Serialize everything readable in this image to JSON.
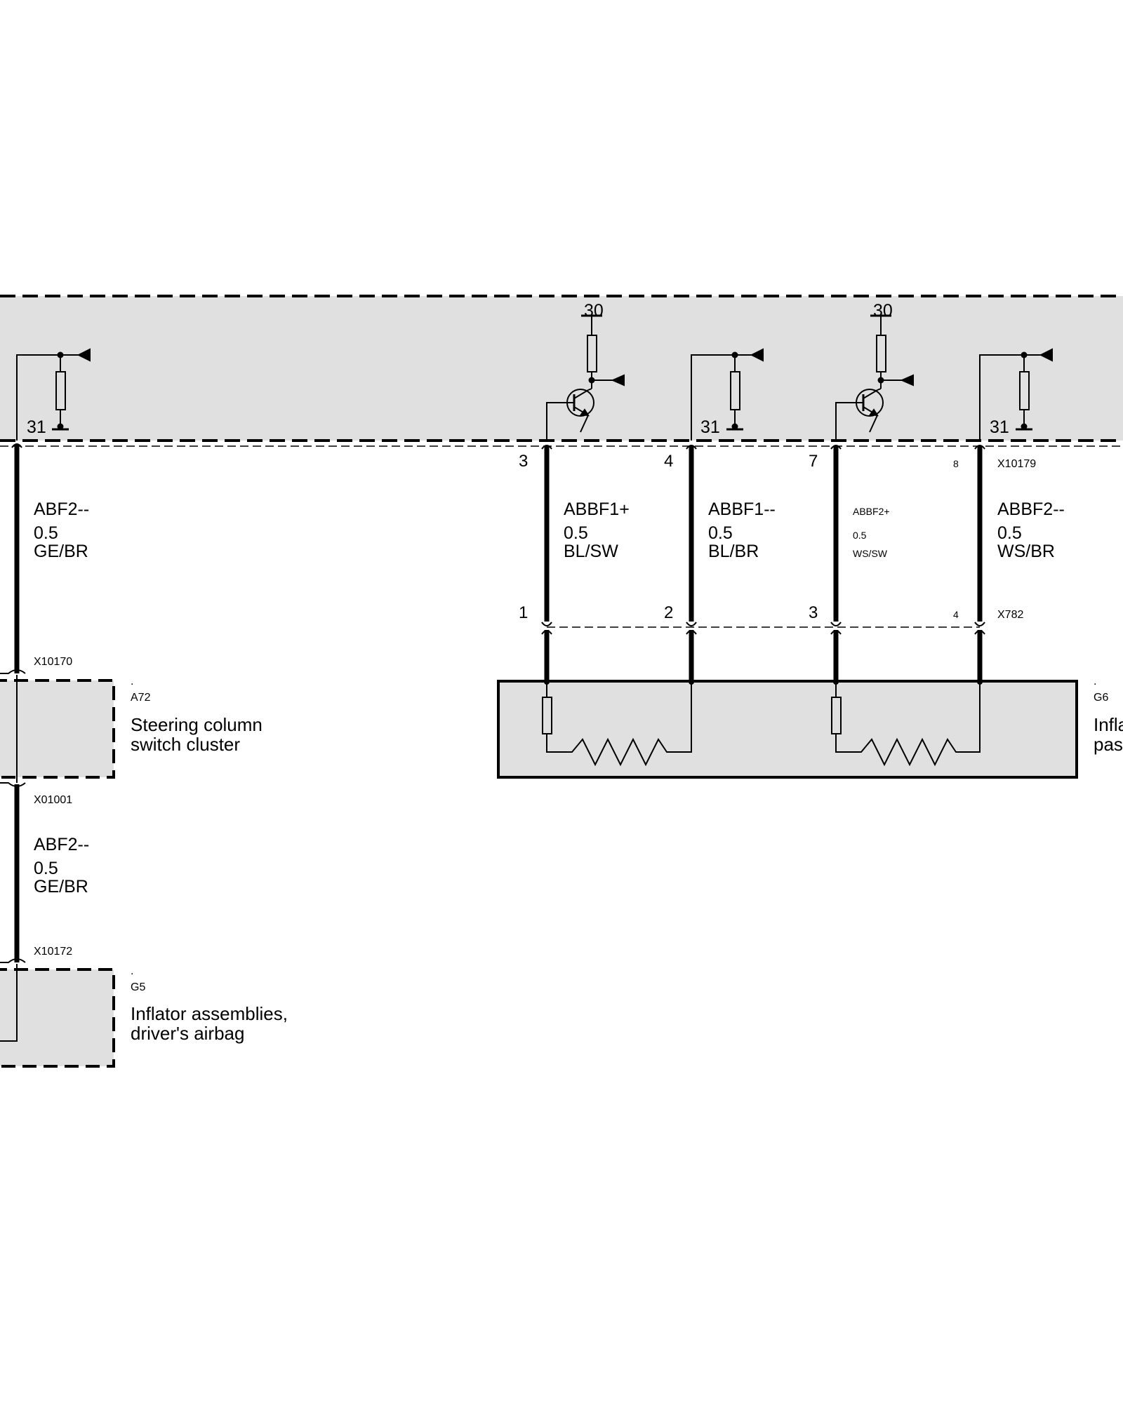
{
  "control_unit": {
    "supply_labels": [
      "30",
      "30"
    ],
    "ground_labels": [
      "31",
      "31",
      "31"
    ],
    "top_connector": {
      "name": "X10179",
      "pins": [
        "3",
        "4",
        "7",
        "8"
      ]
    }
  },
  "wires_left": [
    {
      "name": "ABF2--",
      "gauge": "0.5",
      "color": "GE/BR"
    },
    {
      "name": "ABF2--",
      "gauge": "0.5",
      "color": "GE/BR"
    }
  ],
  "wires_right": [
    {
      "name": "ABBF1+",
      "gauge": "0.5",
      "color": "BL/SW"
    },
    {
      "name": "ABBF1--",
      "gauge": "0.5",
      "color": "BL/BR"
    },
    {
      "name": "ABBF2+",
      "gauge": "0.5",
      "color": "WS/SW"
    },
    {
      "name": "ABBF2--",
      "gauge": "0.5",
      "color": "WS/BR"
    }
  ],
  "connectors": {
    "x10170": "X10170",
    "x01001": "X01001",
    "x10172": "X10172",
    "x782": {
      "name": "X782",
      "pins": [
        "1",
        "2",
        "3",
        "4"
      ]
    }
  },
  "components": {
    "a72": {
      "dot": ".",
      "id": "A72",
      "line1": "Steering column",
      "line2": "switch cluster"
    },
    "g5": {
      "dot": ".",
      "id": "G5",
      "line1": "Inflator assemblies,",
      "line2": "driver's airbag"
    },
    "g6": {
      "dot": ".",
      "id": "G6",
      "line1": "Infla",
      "line2": "pas"
    }
  }
}
